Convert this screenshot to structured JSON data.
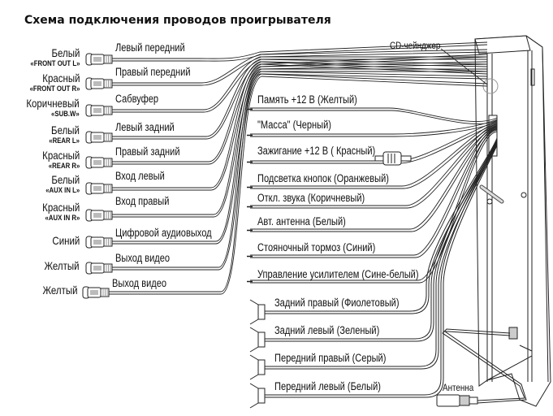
{
  "title": "Схема подключения проводов проигрывателя",
  "rca_connectors": [
    {
      "color": "Белый",
      "signal": "«FRONT OUT L»",
      "function": "Левый передний"
    },
    {
      "color": "Красный",
      "signal": "«FRONT OUT R»",
      "function": "Правый передний"
    },
    {
      "color": "Коричневый",
      "signal": "«SUB.W»",
      "function": "Сабвуфер"
    },
    {
      "color": "Белый",
      "signal": "«REAR L»",
      "function": "Левый задний"
    },
    {
      "color": "Красный",
      "signal": "«REAR R»",
      "function": "Правый задний"
    },
    {
      "color": "Белый",
      "signal": "«AUX IN L»",
      "function": "Вход левый"
    },
    {
      "color": "Красный",
      "signal": "«AUX IN R»",
      "function": "Вход правый"
    },
    {
      "color": "Синий",
      "signal": "",
      "function": "Цифровой аудиовыход"
    },
    {
      "color": "Желтый",
      "signal": "",
      "function": "Выход видео"
    },
    {
      "color": "Желтый",
      "signal": "",
      "function": "Выход видео"
    }
  ],
  "power_wires": [
    "Память +12 В (Желтый)",
    "\"Масса\" (Черный)",
    "Зажигание +12 В ( Красный)",
    "Подсветка кнопок (Оранжевый)",
    "Откл. звука (Коричневый)",
    "Авт. антенна (Белый)",
    "Стояночный тормоз (Синий)",
    "Управление усилителем (Сине-белый)"
  ],
  "speaker_wires": [
    "Задний правый (Фиолетовый)",
    "Задний левый (Зеленый)",
    "Передний правый (Серый)",
    "Передний левый  (Белый)"
  ],
  "cd_changer_label": "CD-чейнджер",
  "antenna_label": "Антенна"
}
